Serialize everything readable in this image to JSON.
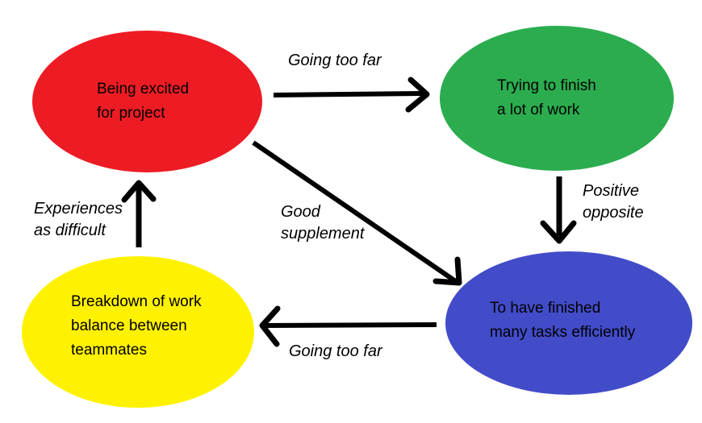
{
  "diagram": {
    "title": "project-motivation-values-diagram",
    "background_color": "#ffffff",
    "text_color": "#000000",
    "arrow_color": "#000000",
    "nodes": [
      {
        "id": "excited",
        "label": "Being excited\nfor project",
        "color": "#ed1c24"
      },
      {
        "id": "trying",
        "label": "Trying to finish\na lot of work",
        "color": "#2bad4f"
      },
      {
        "id": "finished",
        "label": "To have finished\nmany tasks efficiently",
        "color": "#424cc8"
      },
      {
        "id": "breakdown",
        "label": "Breakdown of work\nbalance between\nteammates",
        "color": "#fff200"
      }
    ],
    "edges": [
      {
        "from": "excited",
        "to": "trying",
        "label": "Going too far"
      },
      {
        "from": "trying",
        "to": "finished",
        "label": "Positive\nopposite"
      },
      {
        "from": "excited",
        "to": "finished",
        "label": "Good\nsupplement"
      },
      {
        "from": "finished",
        "to": "breakdown",
        "label": "Going too far"
      },
      {
        "from": "breakdown",
        "to": "excited",
        "label": "Experiences\nas difficult"
      }
    ]
  }
}
